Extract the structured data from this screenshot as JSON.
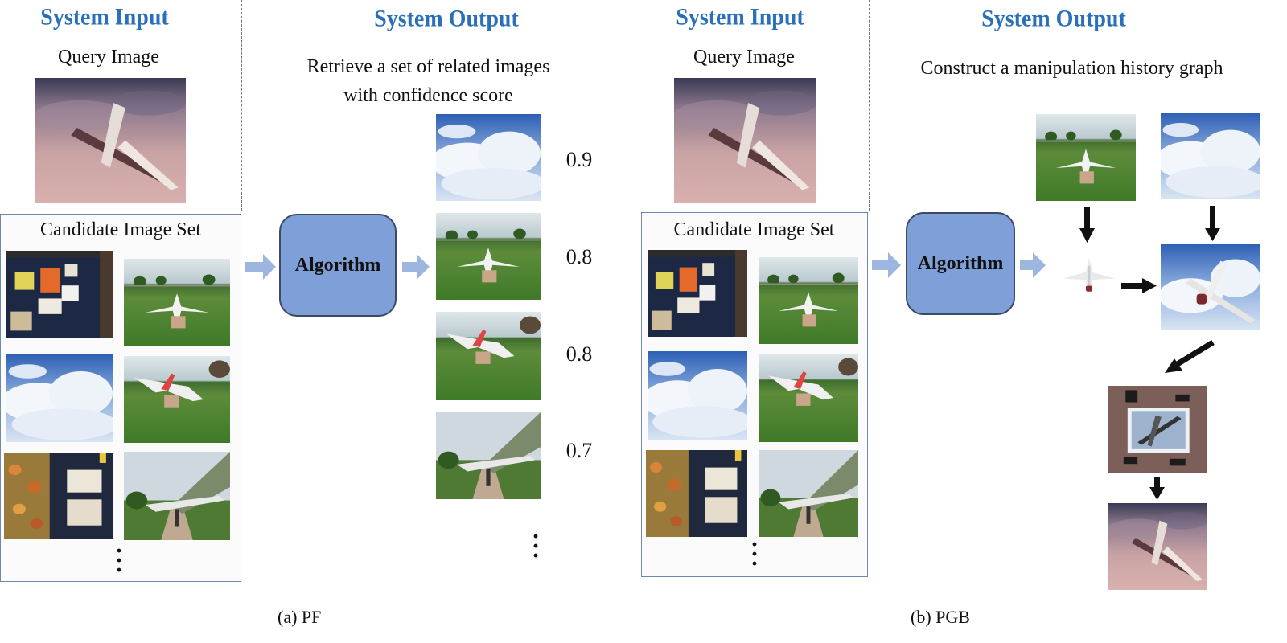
{
  "panel_a": {
    "input_header": "System Input",
    "output_header": "System Output",
    "query_label": "Query Image",
    "candidate_label": "Candidate Image Set",
    "algorithm_label": "Algorithm",
    "output_description_line1": "Retrieve a set of related images",
    "output_description_line2": "with confidence score",
    "scores": [
      "0.9",
      "0.8",
      "0.8",
      "0.7"
    ],
    "caption": "(a)  PF"
  },
  "panel_b": {
    "input_header": "System Input",
    "output_header": "System Output",
    "query_label": "Query Image",
    "candidate_label": "Candidate Image Set",
    "algorithm_label": "Algorithm",
    "output_description": "Construct a manipulation history graph",
    "caption": "(b)  PGB"
  },
  "colors": {
    "header_blue": "#2a6fb9",
    "algorithm_fill": "#7f9fd8",
    "flow_arrow": "#9db6e0",
    "graph_arrow": "#111111"
  },
  "image_types": [
    "query-jet-pink-sky",
    "poster-wall",
    "jet-on-grass",
    "cloudy-sky",
    "jet-angled-grass",
    "jet-underside",
    "mural-wall",
    "photo-of-print-on-table"
  ]
}
